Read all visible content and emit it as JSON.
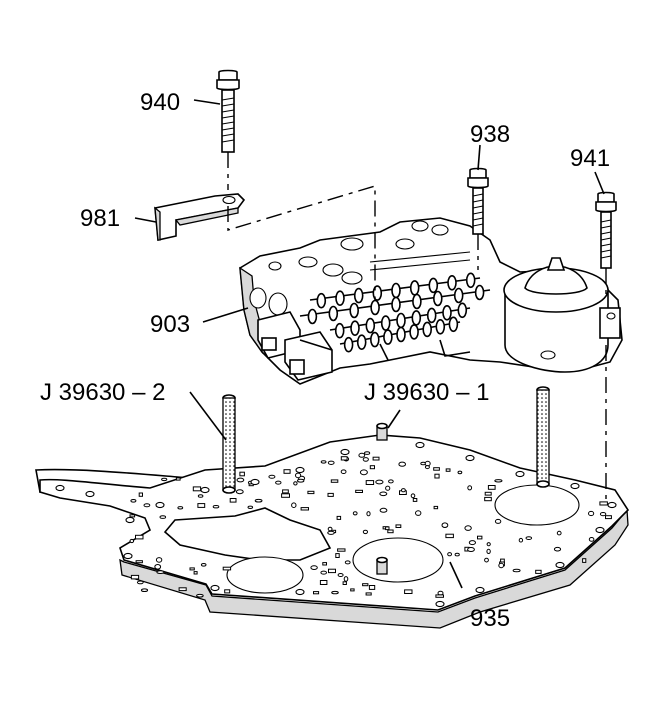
{
  "callouts": {
    "c940": "940",
    "c981": "981",
    "c938": "938",
    "c941": "941",
    "c903": "903",
    "cj2": "J 39630 – 2",
    "cj1": "J 39630 – 1",
    "c935": "935"
  }
}
